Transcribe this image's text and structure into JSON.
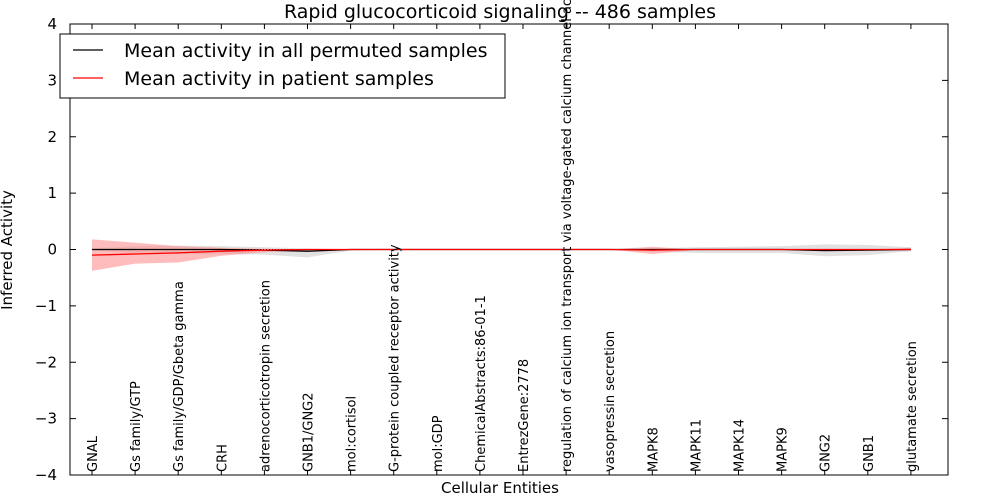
{
  "chart_data": {
    "type": "line",
    "title": "Rapid glucocorticoid signaling -- 486 samples",
    "xlabel": "Cellular Entities",
    "ylabel": "Inferred Activity",
    "ylim": [
      -4,
      4
    ],
    "yticks": [
      "−4",
      "−3",
      "−2",
      "−1",
      "0",
      "1",
      "2",
      "3",
      "4"
    ],
    "legend_position": "top-left",
    "grid": false,
    "categories": [
      "GNAL",
      "Gs family/GTP",
      "Gs family/GDP/Gbeta gamma",
      "CRH",
      "adrenocorticotropin secretion",
      "GNB1/GNG2",
      "mol:cortisol",
      "G-protein coupled receptor activity",
      "mol:GDP",
      "ChemicalAbstracts:86-01-1",
      "EntrezGene:2778",
      "regulation of calcium ion transport via voltage-gated calcium channel activity",
      "vasopressin secretion",
      "MAPK8",
      "MAPK11",
      "MAPK14",
      "MAPK9",
      "GNG2",
      "GNB1",
      "glutamate secretion"
    ],
    "series": [
      {
        "name": "Mean activity in all permuted samples",
        "color": "#000000",
        "band_color": "#c8c8c8",
        "values": [
          0.0,
          0.0,
          0.0,
          0.0,
          -0.01,
          -0.03,
          0.0,
          0.0,
          0.0,
          0.0,
          0.0,
          0.0,
          0.0,
          0.0,
          0.0,
          0.0,
          0.0,
          -0.02,
          -0.01,
          0.0
        ],
        "band_upper": [
          0.02,
          0.06,
          0.07,
          0.06,
          0.04,
          0.02,
          0.0,
          0.0,
          0.0,
          0.0,
          0.0,
          0.0,
          0.0,
          0.02,
          0.04,
          0.05,
          0.06,
          0.09,
          0.08,
          0.04
        ],
        "band_lower": [
          -0.02,
          -0.06,
          -0.08,
          -0.08,
          -0.09,
          -0.14,
          -0.02,
          0.0,
          0.0,
          0.0,
          0.0,
          0.0,
          0.0,
          -0.04,
          -0.06,
          -0.06,
          -0.06,
          -0.12,
          -0.1,
          -0.03
        ]
      },
      {
        "name": "Mean activity in patient samples",
        "color": "#ff0000",
        "band_color": "#ff9090",
        "values": [
          -0.1,
          -0.08,
          -0.06,
          -0.03,
          -0.01,
          0.0,
          0.0,
          0.0,
          0.0,
          0.0,
          0.0,
          0.0,
          0.0,
          -0.01,
          0.0,
          0.0,
          0.0,
          0.0,
          0.0,
          0.0
        ],
        "band_upper": [
          0.18,
          0.12,
          0.06,
          0.03,
          0.01,
          0.0,
          0.0,
          0.0,
          0.0,
          0.0,
          0.0,
          0.0,
          0.0,
          0.05,
          0.0,
          0.0,
          0.0,
          0.0,
          0.0,
          0.03
        ],
        "band_lower": [
          -0.38,
          -0.25,
          -0.23,
          -0.11,
          -0.05,
          -0.01,
          0.0,
          0.0,
          0.0,
          0.0,
          0.0,
          0.0,
          0.0,
          -0.08,
          -0.01,
          0.0,
          0.0,
          0.0,
          0.0,
          -0.02
        ]
      }
    ]
  }
}
